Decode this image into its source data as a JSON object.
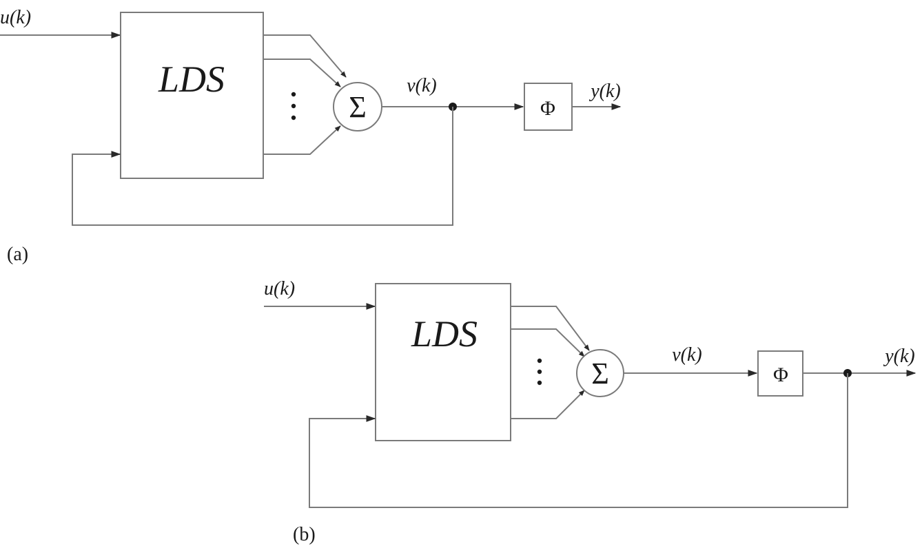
{
  "figure": {
    "panels": [
      {
        "id": "a",
        "caption": "(a)",
        "input_label": "u(k)",
        "block_label": "LDS",
        "summer_symbol": "Σ",
        "intermediate_label": "v(k)",
        "nonlinearity_symbol": "Φ",
        "output_label": "y(k)",
        "feedback_source": "v(k)"
      },
      {
        "id": "b",
        "caption": "(b)",
        "input_label": "u(k)",
        "block_label": "LDS",
        "summer_symbol": "Σ",
        "intermediate_label": "v(k)",
        "nonlinearity_symbol": "Φ",
        "output_label": "y(k)",
        "feedback_source": "y(k)"
      }
    ],
    "colors": {
      "line": "#7a7a7a",
      "text": "#1a1a1a",
      "background": "#ffffff"
    }
  }
}
